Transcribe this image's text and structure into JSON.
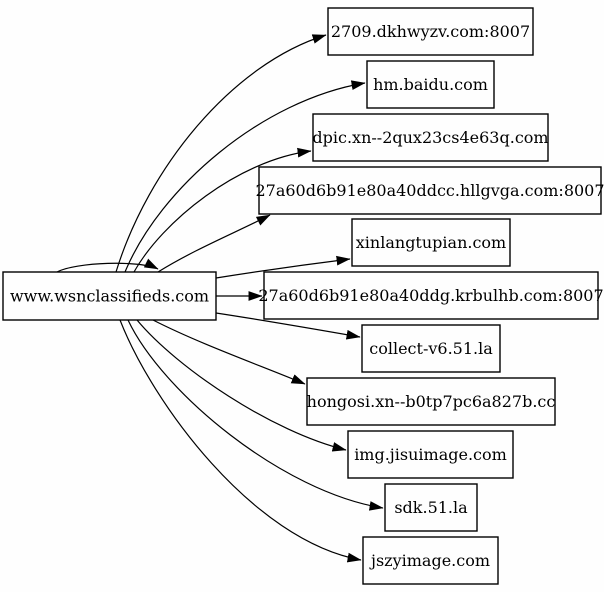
{
  "graph": {
    "type": "directed-graph",
    "background_color": "#fefefe",
    "node_fill_color": "#fefefe",
    "node_border_color": "#000000",
    "edge_color": "#000000",
    "text_color": "#000000",
    "source_node": {
      "label": "www.wsnclassifieds.com"
    },
    "target_nodes": [
      {
        "label": "2709.dkhwyzv.com:8007"
      },
      {
        "label": "hm.baidu.com"
      },
      {
        "label": "dpic.xn--2qux23cs4e63q.com"
      },
      {
        "label": "27a60d6b91e80a40ddcc.hllgvga.com:8007"
      },
      {
        "label": "xinlangtupian.com"
      },
      {
        "label": "27a60d6b91e80a40ddg.krbulhb.com:8007"
      },
      {
        "label": "collect-v6.51.la"
      },
      {
        "label": "hongosi.xn--b0tp7pc6a827b.cc"
      },
      {
        "label": "img.jisuimage.com"
      },
      {
        "label": "sdk.51.la"
      },
      {
        "label": "jszyimage.com"
      }
    ],
    "edges": [
      {
        "from": "www.wsnclassifieds.com",
        "to": "www.wsnclassifieds.com"
      },
      {
        "from": "www.wsnclassifieds.com",
        "to": "2709.dkhwyzv.com:8007"
      },
      {
        "from": "www.wsnclassifieds.com",
        "to": "hm.baidu.com"
      },
      {
        "from": "www.wsnclassifieds.com",
        "to": "dpic.xn--2qux23cs4e63q.com"
      },
      {
        "from": "www.wsnclassifieds.com",
        "to": "27a60d6b91e80a40ddcc.hllgvga.com:8007"
      },
      {
        "from": "www.wsnclassifieds.com",
        "to": "xinlangtupian.com"
      },
      {
        "from": "www.wsnclassifieds.com",
        "to": "27a60d6b91e80a40ddg.krbulhb.com:8007"
      },
      {
        "from": "www.wsnclassifieds.com",
        "to": "collect-v6.51.la"
      },
      {
        "from": "www.wsnclassifieds.com",
        "to": "hongosi.xn--b0tp7pc6a827b.cc"
      },
      {
        "from": "www.wsnclassifieds.com",
        "to": "img.jisuimage.com"
      },
      {
        "from": "www.wsnclassifieds.com",
        "to": "sdk.51.la"
      },
      {
        "from": "www.wsnclassifieds.com",
        "to": "jszyimage.com"
      }
    ]
  }
}
